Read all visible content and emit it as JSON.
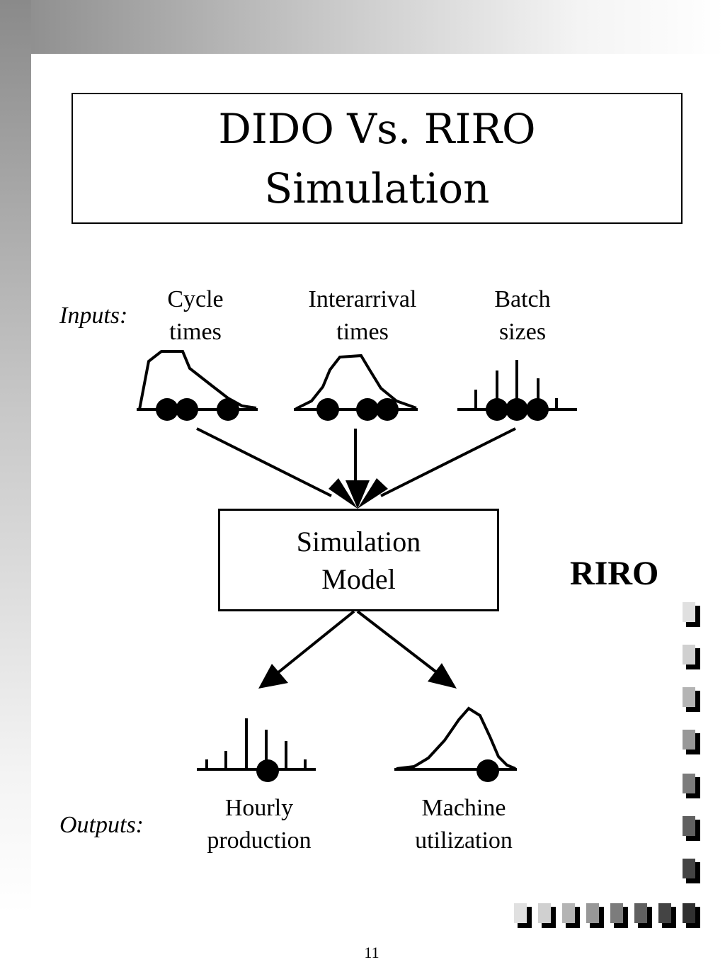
{
  "slide": {
    "title_line1": "DIDO Vs. RIRO",
    "title_line2": "Simulation",
    "page_number": "11"
  },
  "inputs": {
    "label": "Inputs:",
    "items": [
      {
        "line1": "Cycle",
        "line2": "times"
      },
      {
        "line1": "Interarrival",
        "line2": "times"
      },
      {
        "line1": "Batch",
        "line2": "sizes"
      }
    ]
  },
  "model": {
    "line1": "Simulation",
    "line2": "Model"
  },
  "outputs": {
    "label": "Outputs:",
    "items": [
      {
        "line1": "Hourly",
        "line2": "production"
      },
      {
        "line1": "Machine",
        "line2": "utilization"
      }
    ]
  },
  "badge": "RIRO",
  "colors": {
    "gradient_dark": "#8a8a8a",
    "deco_squares": [
      "#e0e0e0",
      "#c8c8c8",
      "#b0b0b0",
      "#989898",
      "#808080",
      "#686868",
      "#505050",
      "#383838"
    ]
  }
}
